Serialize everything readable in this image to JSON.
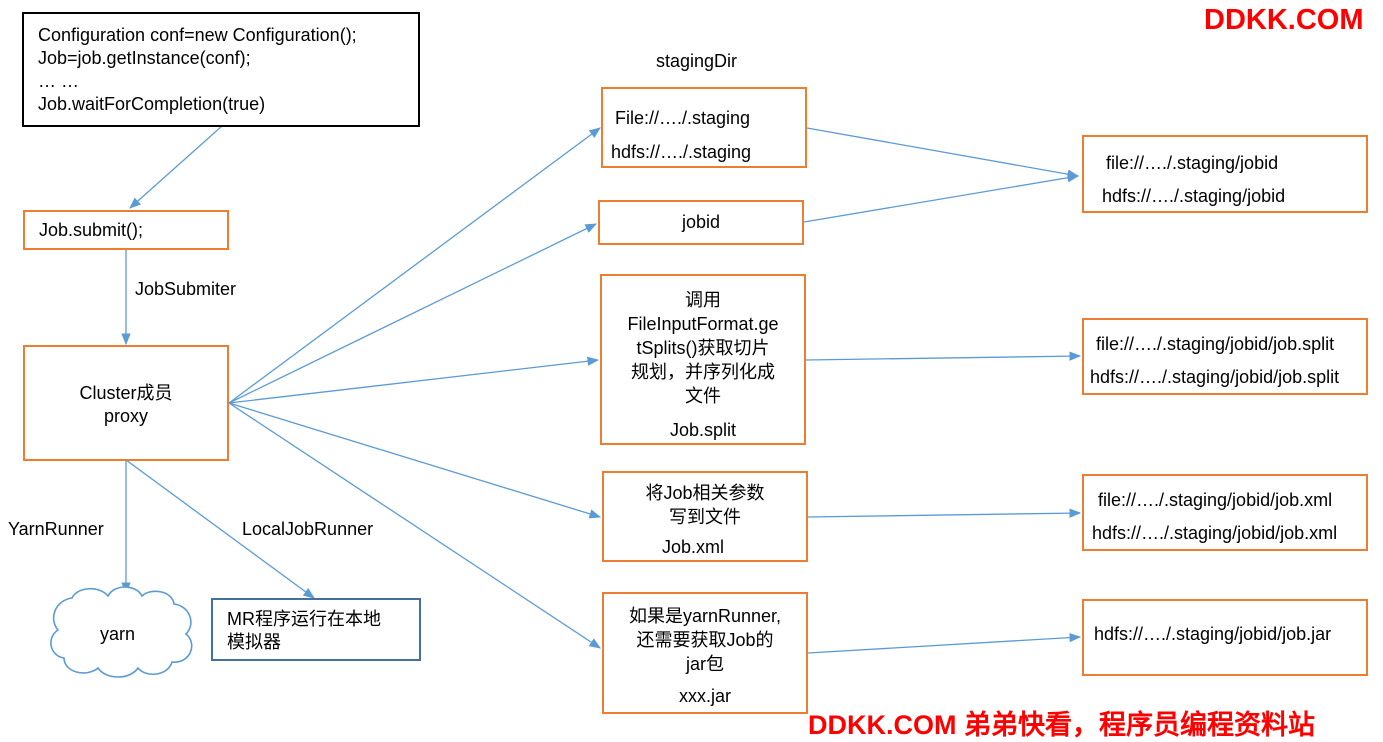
{
  "watermark_top": "DDKK.COM",
  "watermark_bottom": "DDKK.COM 弟弟快看，程序员编程资料站",
  "code_box": {
    "lines": [
      "Configuration conf=new Configuration();",
      "Job=job.getInstance(conf);",
      "… …",
      "Job.waitForCompletion(true)"
    ]
  },
  "submit_box": "Job.submit();",
  "label_job_submitter": "JobSubmiter",
  "cluster_box": {
    "lines": [
      "Cluster成员",
      "proxy"
    ]
  },
  "label_yarn_runner": "YarnRunner",
  "label_local_job_runner": "LocalJobRunner",
  "yarn_cloud": "yarn",
  "local_box": {
    "lines": [
      "MR程序运行在本地",
      "模拟器"
    ]
  },
  "label_staging_dir": "stagingDir",
  "staging_box": {
    "lines": [
      "File://…./.staging",
      "hdfs://…./.staging"
    ]
  },
  "jobid_box": "jobid",
  "split_box": {
    "lines": [
      "调用",
      "FileInputFormat.ge",
      "tSplits()获取切片",
      "规划，并序列化成",
      "文件"
    ],
    "file": "Job.split"
  },
  "xml_box": {
    "lines": [
      "将Job相关参数",
      "写到文件"
    ],
    "file": "Job.xml"
  },
  "jar_box": {
    "lines": [
      "如果是yarnRunner,",
      "还需要获取Job的",
      "jar包"
    ],
    "file": "xxx.jar"
  },
  "result_jobid": {
    "lines": [
      "file://…./.staging/jobid",
      "hdfs://…./.staging/jobid"
    ]
  },
  "result_split": {
    "lines": [
      "file://…./.staging/jobid/job.split",
      "hdfs://…./.staging/jobid/job.split"
    ]
  },
  "result_xml": {
    "lines": [
      "file://…./.staging/jobid/job.xml",
      "hdfs://…./.staging/jobid/job.xml"
    ]
  },
  "result_jar": {
    "lines": [
      "hdfs://…./.staging/jobid/job.jar"
    ]
  },
  "colors": {
    "box_border": "#ED7D31",
    "arrow": "#5B9BD5",
    "local_border": "#41719C",
    "cloud_border": "#5B9BD5",
    "watermark": "#FF0000"
  }
}
